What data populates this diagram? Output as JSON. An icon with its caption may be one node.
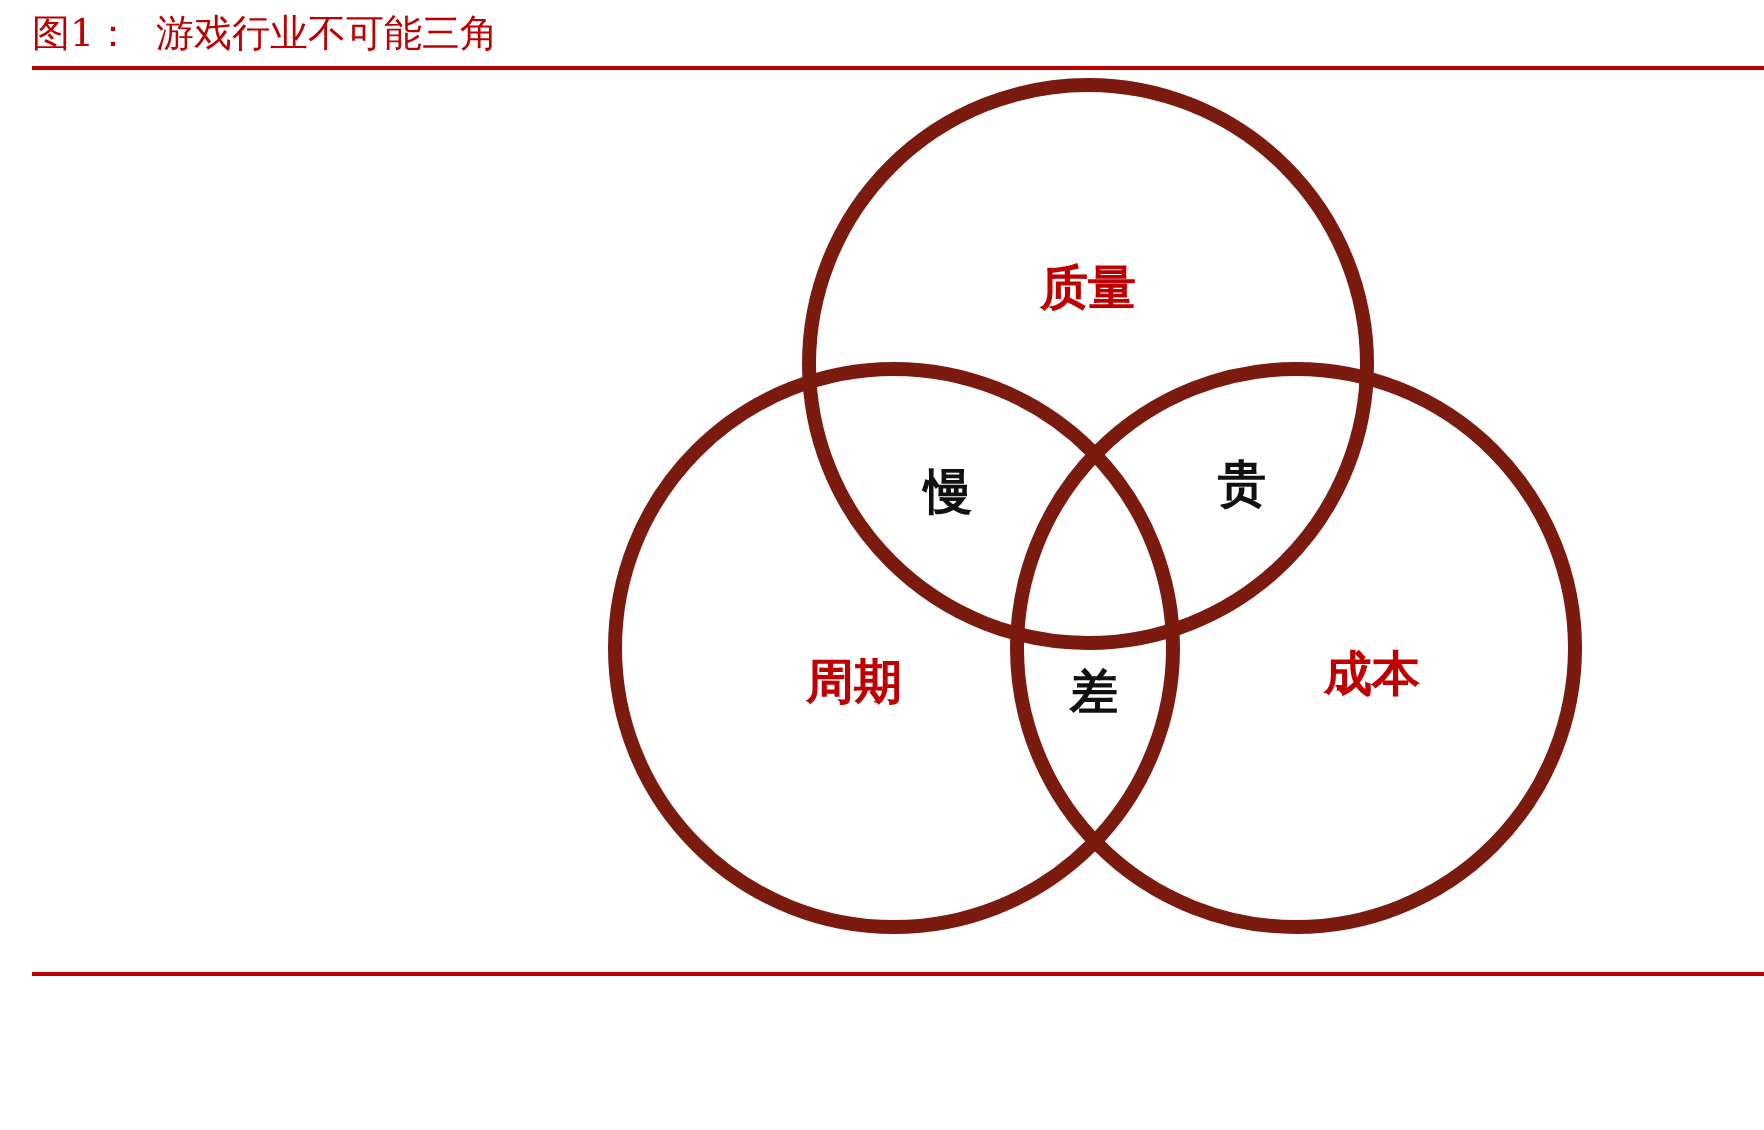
{
  "diagram": {
    "title": "图1：  游戏行业不可能三角",
    "nodes": [
      {
        "text": [
          "质量"
        ]
      },
      {
        "text": [
          "周期"
        ]
      },
      {
        "text": [
          "成本"
        ]
      }
    ],
    "labels": [
      "慢",
      "贵",
      "差"
    ]
  }
}
